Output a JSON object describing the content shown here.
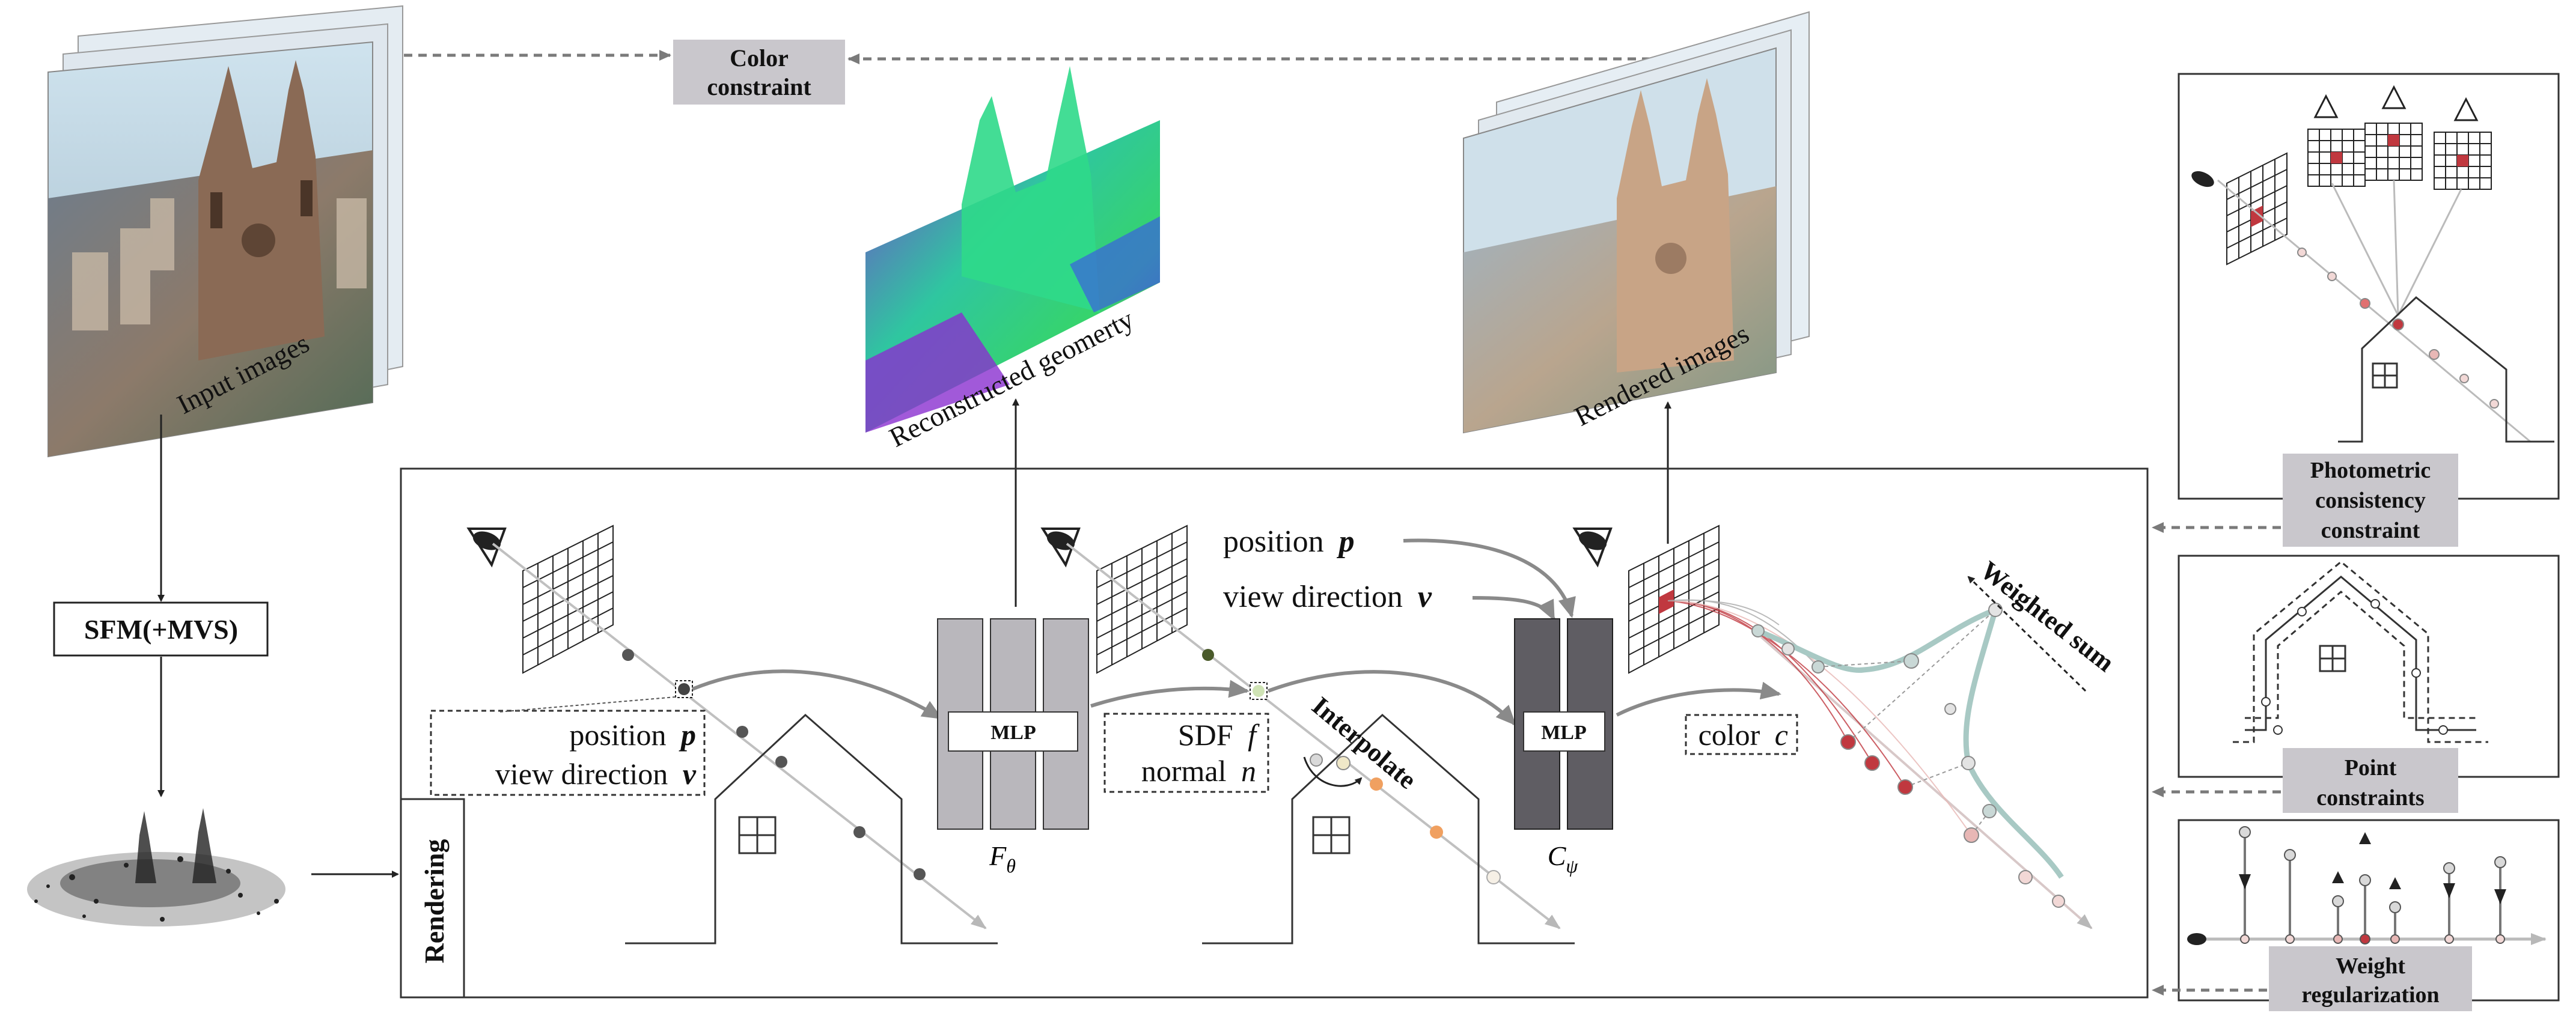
{
  "labels": {
    "color_constraint_line1": "Color",
    "color_constraint_line2": "constraint",
    "input_images": "Input images",
    "reconstructed_geometry": "Reconstructed geomerty",
    "rendered_images": "Rendered images",
    "sfm": "SFM(+MVS)",
    "rendering": "Rendering",
    "position_word": "position",
    "position_symbol": "p",
    "view_direction_word": "view direction",
    "view_direction_symbol": "v",
    "mlp1": "MLP",
    "mlp2": "MLP",
    "f_theta_main": "F",
    "f_theta_sub": "θ",
    "c_psi_main": "C",
    "c_psi_sub": "ψ",
    "sdf_word": "SDF",
    "sdf_symbol": "f",
    "normal_word": "normal",
    "normal_symbol": "n",
    "interpolate": "Interpolate",
    "color_word": "color",
    "color_symbol": "c",
    "weighted_sum": "Weighted sum",
    "photometric_line1": "Photometric",
    "photometric_line2": "consistency",
    "photometric_line3": "constraint",
    "point_line1": "Point",
    "point_line2": "constraints",
    "weight_line1": "Weight",
    "weight_line2": "regularization"
  },
  "colors": {
    "label_box": "#c9c7cc",
    "mlp_light": "#b9b7bc",
    "mlp_dark": "#5f5d63",
    "arrow_gray": "#8a8a8a",
    "dashed_gray": "#7a7a7a",
    "accent_red": "#c0383f",
    "pale_red": "#e8b7b5",
    "orange": "#f0a060",
    "teal": "#a8c9c4"
  }
}
